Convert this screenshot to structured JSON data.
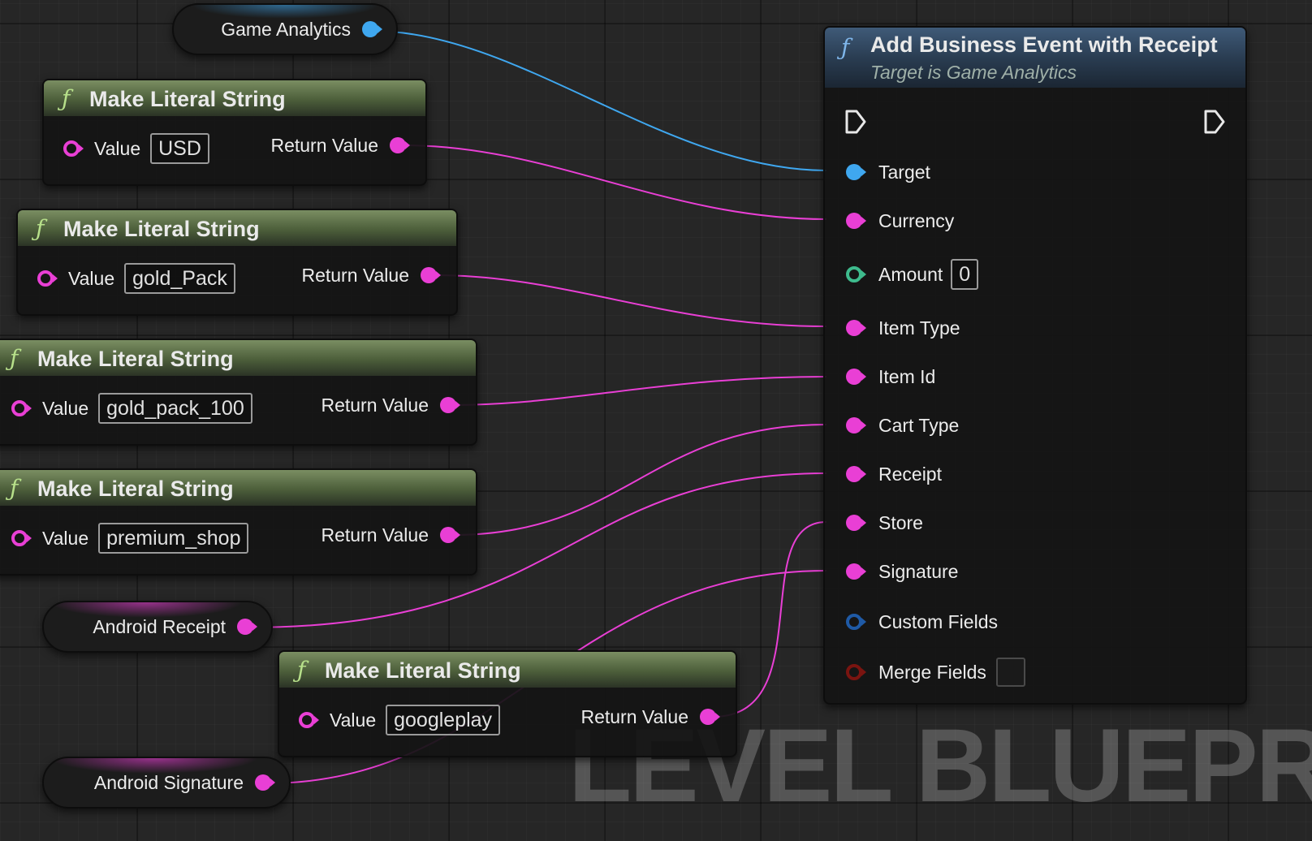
{
  "canvas_label": "LEVEL BLUEPRINT",
  "colors": {
    "string_pin": "#e93fd5",
    "object_pin": "#3fa7ef",
    "float_pin": "#3ebb8d",
    "struct_pin": "#1f5aa6",
    "bool_pin": "#7a1410",
    "func_header": "#4c5e3a",
    "target_func_header": "#2a3d52"
  },
  "getters": {
    "game_analytics": {
      "label": "Game Analytics",
      "pin_icon": "object-pin-icon"
    },
    "android_receipt": {
      "label": "Android Receipt",
      "pin_icon": "string-pin-icon"
    },
    "android_signature": {
      "label": "Android Signature",
      "pin_icon": "string-pin-icon"
    }
  },
  "literal_nodes": [
    {
      "title": "Make Literal String",
      "input_label": "Value",
      "value": "USD",
      "output_label": "Return Value"
    },
    {
      "title": "Make Literal String",
      "input_label": "Value",
      "value": "gold_Pack",
      "output_label": "Return Value"
    },
    {
      "title": "Make Literal String",
      "input_label": "Value",
      "value": "gold_pack_100",
      "output_label": "Return Value"
    },
    {
      "title": "Make Literal String",
      "input_label": "Value",
      "value": "premium_shop",
      "output_label": "Return Value"
    },
    {
      "title": "Make Literal String",
      "input_label": "Value",
      "value": "googleplay",
      "output_label": "Return Value"
    }
  ],
  "main_node": {
    "title": "Add Business Event with Receipt",
    "subtitle": "Target is Game Analytics",
    "pins": {
      "target": "Target",
      "currency": "Currency",
      "amount": "Amount",
      "amount_value": "0",
      "item_type": "Item Type",
      "item_id": "Item Id",
      "cart_type": "Cart Type",
      "receipt": "Receipt",
      "store": "Store",
      "signature": "Signature",
      "custom_fields": "Custom Fields",
      "merge_fields": "Merge Fields",
      "merge_fields_checked": false
    }
  }
}
